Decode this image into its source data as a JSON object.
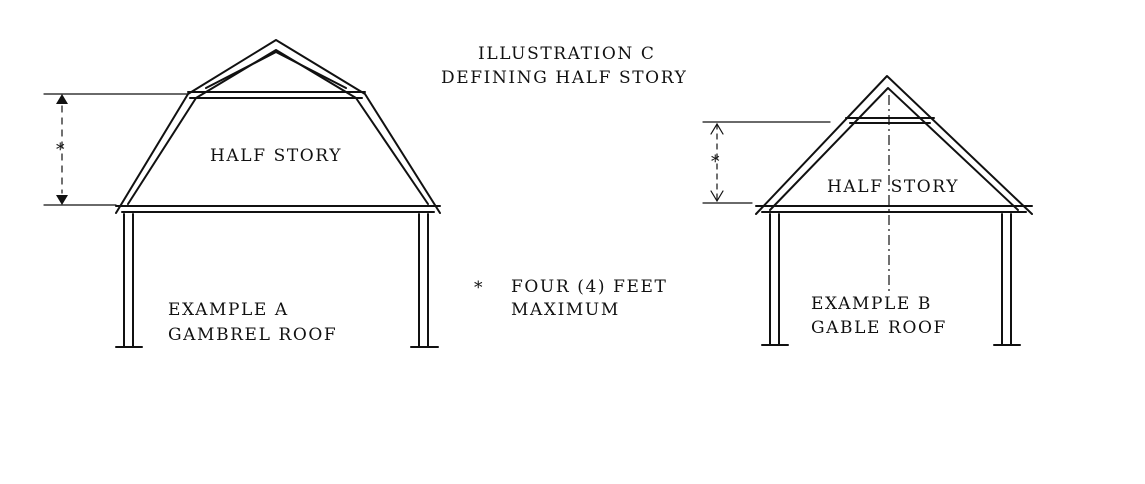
{
  "title": {
    "line1": "ILLUSTRATION C",
    "line2": "DEFINING HALF STORY"
  },
  "example_a": {
    "room_label": "HALF STORY",
    "name_line1": "EXAMPLE A",
    "name_line2": "GAMBREL ROOF",
    "dimension_mark": "*"
  },
  "example_b": {
    "room_label": "HALF STORY",
    "name_line1": "EXAMPLE B",
    "name_line2": "GABLE ROOF",
    "dimension_mark": "*"
  },
  "note": {
    "mark": "*",
    "line1": "FOUR (4) FEET",
    "line2": "MAXIMUM"
  },
  "colors": {
    "ink": "#111111",
    "background": "#ffffff"
  }
}
